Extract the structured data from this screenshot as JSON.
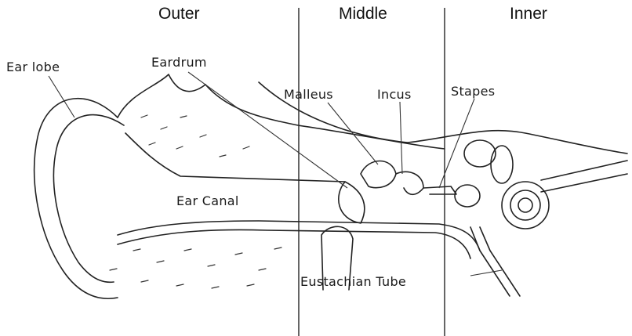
{
  "regions": {
    "outer": "Outer",
    "middle": "Middle",
    "inner": "Inner"
  },
  "labels": {
    "ear_lobe": "Ear lobe",
    "eardrum": "Eardrum",
    "malleus": "Malleus",
    "incus": "Incus",
    "stapes": "Stapes",
    "ear_canal": "Ear Canal",
    "eustachian_tube": "Eustachian Tube"
  }
}
